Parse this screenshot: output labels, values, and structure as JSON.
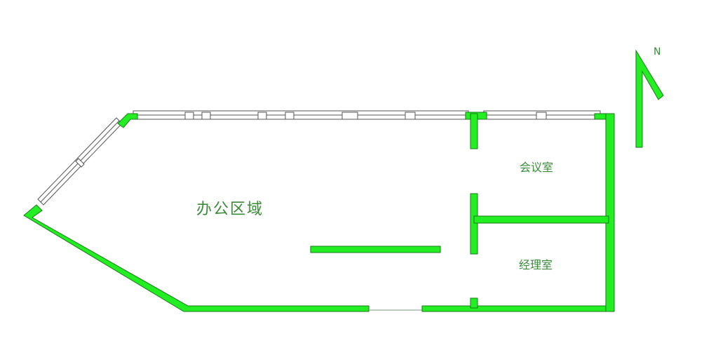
{
  "rooms": {
    "office": "办公区域",
    "meeting": "会议室",
    "manager": "经理室"
  },
  "compass": {
    "north": "N"
  },
  "colors": {
    "wall": "#22ee22",
    "text": "#3a8a3a"
  }
}
